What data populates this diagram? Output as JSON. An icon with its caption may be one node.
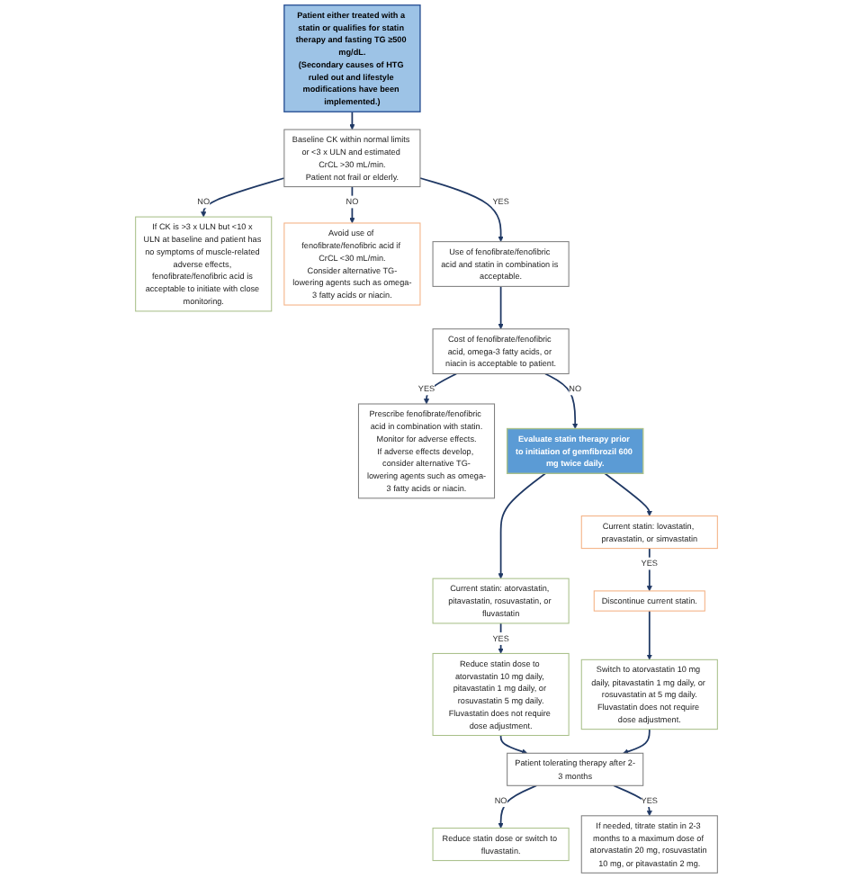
{
  "diagram": {
    "nodes": [
      {
        "text": [
          "Patient either treated with a statin or qualifies for statin therapy and fasting TG ≥500 mg/dL.",
          "(Secondary causes of HTG ruled out and lifestyle modifications have been implemented.)"
        ]
      },
      {
        "text": [
          "If CK is >3 x ULN but <10 x ULN at baseline and patient has no symptoms of muscle-related adverse effects, fenofibrate/fenofibric acid is acceptable to initiate with close monitoring."
        ]
      },
      {
        "text": [
          "Baseline CK within normal limits or <3 x ULN and estimated CrCL >30 mL/min.",
          "Patient not frail or elderly."
        ]
      },
      {
        "text": [
          "Avoid use of fenofibrate/fenofibric acid if CrCL <30 mL/min.",
          "Consider alternative TG-lowering agents such as omega-3 fatty acids or niacin."
        ]
      },
      {
        "text": [
          "Use of fenofibrate/fenofibric acid and statin in combination is acceptable."
        ]
      },
      {
        "text": [
          "Prescribe fenofibrate/fenofibric acid in combination with statin.",
          "Monitor for adverse effects.",
          "If adverse effects develop, consider alternative TG-lowering agents such as omega-3 fatty acids or niacin."
        ]
      },
      {
        "text": [
          "Cost of fenofibrate/fenofibric acid, omega-3 fatty acids, or niacin is acceptable to patient."
        ]
      },
      {
        "text": [
          "Evaluate statin therapy prior to initiation of gemfibrozil 600 mg twice daily."
        ]
      },
      {
        "text": [
          "Current statin: lovastatin, pravastatin, or simvastatin"
        ]
      },
      {
        "text": [
          "Current statin: atorvastatin, pitavastatin, rosuvastatin, or fluvastatin"
        ]
      },
      {
        "text": [
          "Discontinue current statin."
        ]
      },
      {
        "text": [
          "Reduce statin dose to atorvastatin 10 mg daily, pitavastatin 1 mg daily, or rosuvastatin 5 mg daily.",
          "Fluvastatin does not require dose adjustment."
        ]
      },
      {
        "text": [
          "Switch to atorvastatin 10 mg daily, pitavastatin 1 mg daily, or rosuvastatin at 5 mg daily.",
          "Fluvastatin does not require dose adjustment."
        ]
      },
      {
        "text": [
          "Patient tolerating therapy after 2-3 months"
        ]
      },
      {
        "text": [
          "Reduce statin dose or switch to fluvastatin."
        ]
      },
      {
        "text": [
          "If needed, titrate statin in 2-3 months to a maximum dose of atorvastatin 20 mg, rosuvastatin 10 mg, or pitavastatin 2 mg."
        ]
      }
    ],
    "edges": [
      {
        "from": 0,
        "to": 2,
        "arrow": "to"
      },
      {
        "from": 2,
        "to": 1,
        "arrow": "to",
        "label": "NO"
      },
      {
        "from": 2,
        "to": 3,
        "arrow": "to",
        "label": "NO"
      },
      {
        "from": 2,
        "to": 4,
        "arrow": "to",
        "label": "YES"
      },
      {
        "from": 4,
        "to": 6,
        "arrow": "to"
      },
      {
        "from": 6,
        "to": 5,
        "arrow": "to",
        "label": "YES"
      },
      {
        "from": 6,
        "to": 7,
        "arrow": "to",
        "label": "NO"
      },
      {
        "from": 7,
        "to": 8,
        "arrow": "to"
      },
      {
        "from": 7,
        "to": 9,
        "arrow": "to"
      },
      {
        "from": 8,
        "to": 10,
        "arrow": "to",
        "label": "YES"
      },
      {
        "from": 9,
        "to": 11,
        "arrow": "to",
        "label": "YES"
      },
      {
        "from": 10,
        "to": 12,
        "arrow": "to"
      },
      {
        "from": 11,
        "to": 13,
        "arrow": "to"
      },
      {
        "from": 12,
        "to": 13,
        "arrow": "to"
      },
      {
        "from": 13,
        "to": 14,
        "arrow": "to",
        "label": "NO"
      },
      {
        "from": 13,
        "to": 15,
        "arrow": "to",
        "label": "YES"
      }
    ]
  }
}
